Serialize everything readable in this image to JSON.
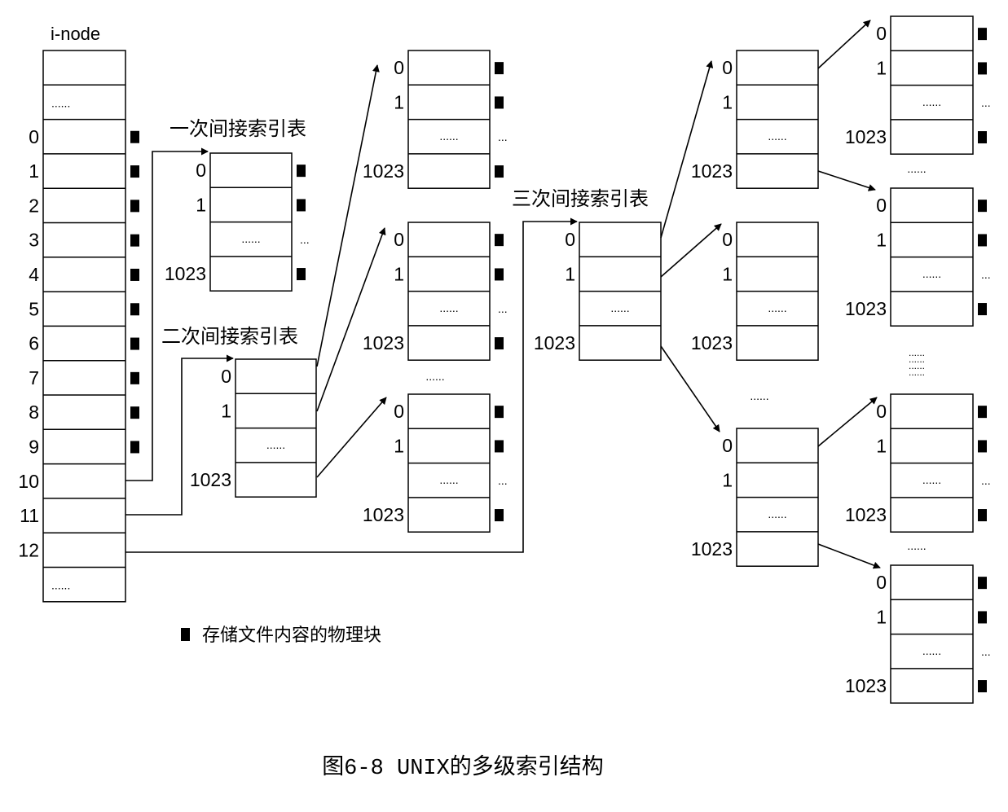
{
  "diagram": {
    "caption": "图6-8 UNIX的多级索引结构",
    "legend": {
      "label": "存储文件内容的物理块"
    },
    "labels": {
      "inode": "i-node",
      "single": "一次间接索引表",
      "double": "二次间接索引表",
      "triple": "三次间接索引表"
    },
    "dots": "......",
    "vdots": "......",
    "ellipsis": "...",
    "inode_index_labels": [
      "0",
      "1",
      "2",
      "3",
      "4",
      "5",
      "6",
      "7",
      "8",
      "9",
      "10",
      "11",
      "12"
    ],
    "table_index_labels": [
      "0",
      "1",
      "1023"
    ]
  }
}
